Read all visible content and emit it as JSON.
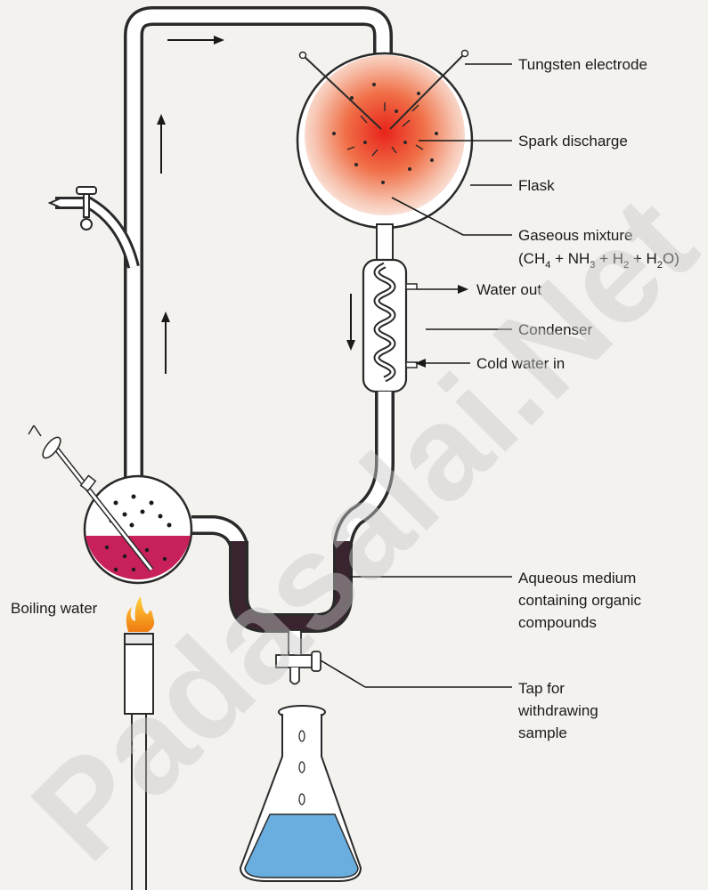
{
  "labels": {
    "tungsten_electrode": "Tungsten electrode",
    "spark_discharge": "Spark discharge",
    "flask": "Flask",
    "gaseous_mixture": "Gaseous mixture",
    "water_out": "Water out",
    "condenser": "Condenser",
    "cold_water_in": "Cold water in",
    "boiling_water": "Boiling water",
    "aqueous_medium": [
      "Aqueous medium",
      "containing organic",
      "compounds"
    ],
    "tap": [
      "Tap for",
      "withdrawing",
      "sample"
    ]
  },
  "formula": {
    "open": "(CH",
    "ch_sub": "4",
    "nh": " + NH",
    "nh_sub": "3",
    "h": " + H",
    "h_sub": "2",
    "h2": " + H",
    "h2_sub": "2",
    "close": "O)"
  },
  "watermark": "Padasalai.Net",
  "colors": {
    "spark_center": "#e8231a",
    "aqueous_medium": "#3a2430",
    "boiling_water": "#c8205a",
    "flask_water": "#6aaee0"
  }
}
